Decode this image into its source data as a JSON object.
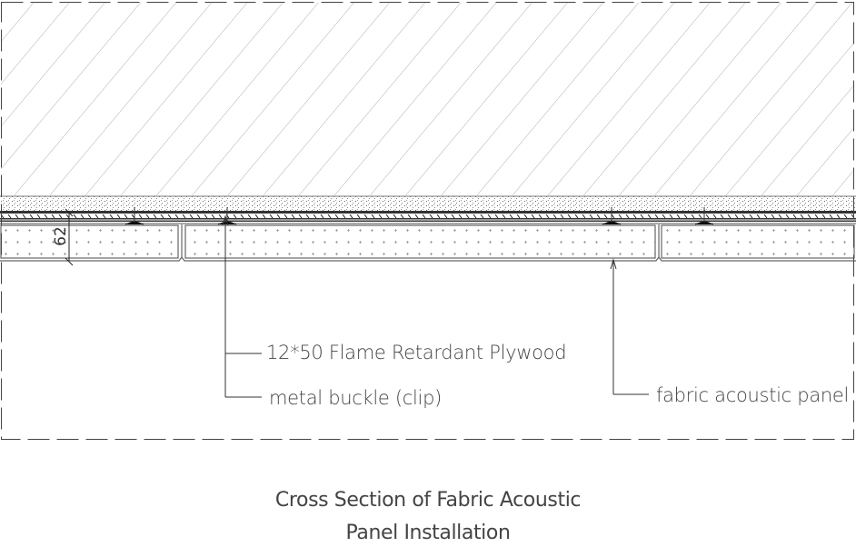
{
  "diagram": {
    "dimension": "62",
    "labels": {
      "plywood": "12*50 Flame  Retardant Plywood",
      "clip": "metal buckle (clip)",
      "panel": "fabric acoustic panel"
    },
    "title_line1": "Cross Section of Fabric Acoustic",
    "title_line2": "Panel Installation",
    "colors": {
      "line": "#333333",
      "hatch": "#aaaaaa",
      "text": "#444444"
    }
  }
}
